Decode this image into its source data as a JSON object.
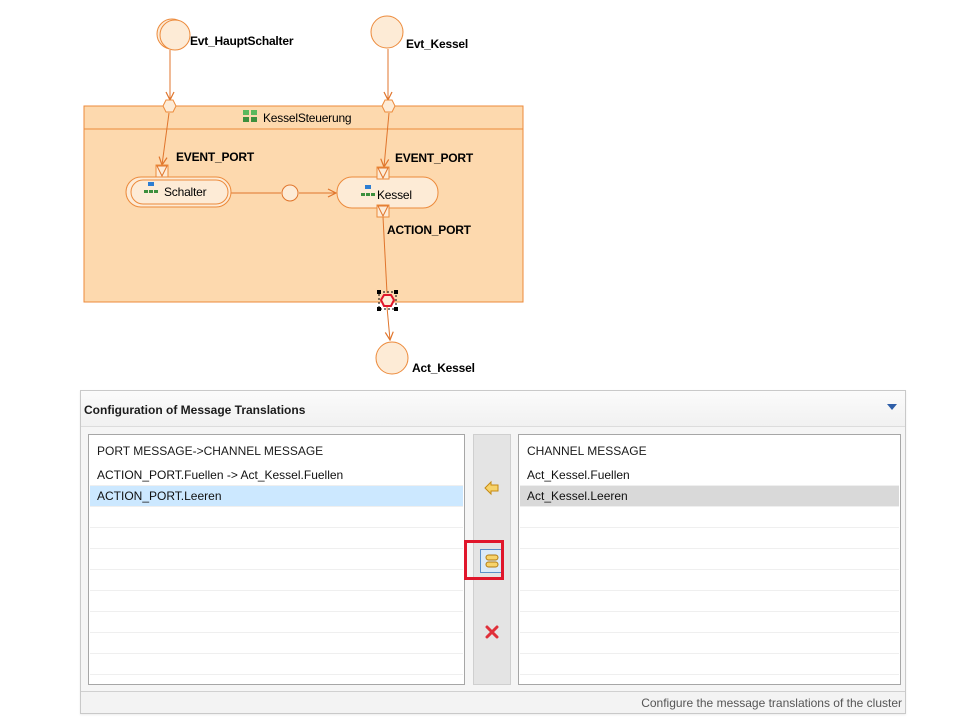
{
  "diagram": {
    "events": {
      "hauptschalter": "Evt_HauptSchalter",
      "kessel": "Evt_Kessel",
      "act_kessel": "Act_Kessel"
    },
    "cluster_title": "KesselSteuerung",
    "components": {
      "schalter": "Schalter",
      "kessel": "Kessel"
    },
    "ports": {
      "event_port_left": "EVENT_PORT",
      "event_port_right": "EVENT_PORT",
      "action_port": "ACTION_PORT"
    },
    "colors": {
      "cluster_fill": "#fdd9ae",
      "cluster_stroke": "#ec8a3b",
      "edge": "#e0752c",
      "node_fill": "#fdebd6",
      "selection": "#e0162b"
    }
  },
  "panel": {
    "title": "Configuration of Message Translations",
    "left_list": {
      "header": "PORT MESSAGE->CHANNEL MESSAGE",
      "rows": [
        "ACTION_PORT.Fuellen -> Act_Kessel.Fuellen",
        "ACTION_PORT.Leeren"
      ],
      "selected_index": 1
    },
    "right_list": {
      "header": "CHANNEL MESSAGE",
      "rows": [
        "Act_Kessel.Fuellen",
        "Act_Kessel.Leeren"
      ],
      "selected_index": 1
    },
    "buttons": {
      "assign_icon": "arrow-left-icon",
      "move_icon": "translation-icon",
      "delete_icon": "delete-x-icon"
    },
    "status": "Configure the message translations of the cluster"
  }
}
